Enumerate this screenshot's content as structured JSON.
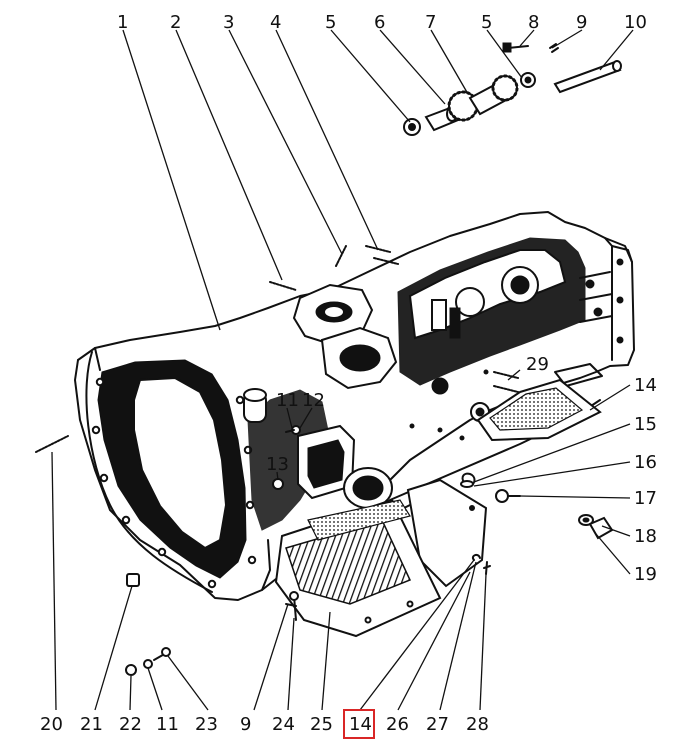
{
  "callouts": [
    {
      "id": "c1",
      "text": "1"
    },
    {
      "id": "c2",
      "text": "2"
    },
    {
      "id": "c3",
      "text": "3"
    },
    {
      "id": "c4",
      "text": "4"
    },
    {
      "id": "c5a",
      "text": "5"
    },
    {
      "id": "c6",
      "text": "6"
    },
    {
      "id": "c7",
      "text": "7"
    },
    {
      "id": "c5b",
      "text": "5"
    },
    {
      "id": "c8",
      "text": "8"
    },
    {
      "id": "c9a",
      "text": "9"
    },
    {
      "id": "c10",
      "text": "10"
    },
    {
      "id": "c29",
      "text": "29"
    },
    {
      "id": "c14a",
      "text": "14"
    },
    {
      "id": "c15",
      "text": "15"
    },
    {
      "id": "c16",
      "text": "16"
    },
    {
      "id": "c17",
      "text": "17"
    },
    {
      "id": "c18",
      "text": "18"
    },
    {
      "id": "c19",
      "text": "19"
    },
    {
      "id": "c11a",
      "text": "11"
    },
    {
      "id": "c12",
      "text": "12"
    },
    {
      "id": "c13",
      "text": "13"
    },
    {
      "id": "c20",
      "text": "20"
    },
    {
      "id": "c21",
      "text": "21"
    },
    {
      "id": "c22",
      "text": "22"
    },
    {
      "id": "c11b",
      "text": "11"
    },
    {
      "id": "c23",
      "text": "23"
    },
    {
      "id": "c9b",
      "text": "9"
    },
    {
      "id": "c24",
      "text": "24"
    },
    {
      "id": "c25",
      "text": "25"
    },
    {
      "id": "c14b",
      "text": "14"
    },
    {
      "id": "c26",
      "text": "26"
    },
    {
      "id": "c27",
      "text": "27"
    },
    {
      "id": "c28",
      "text": "28"
    }
  ],
  "highlight": {
    "callout": "c14b",
    "color": "#d92626"
  }
}
